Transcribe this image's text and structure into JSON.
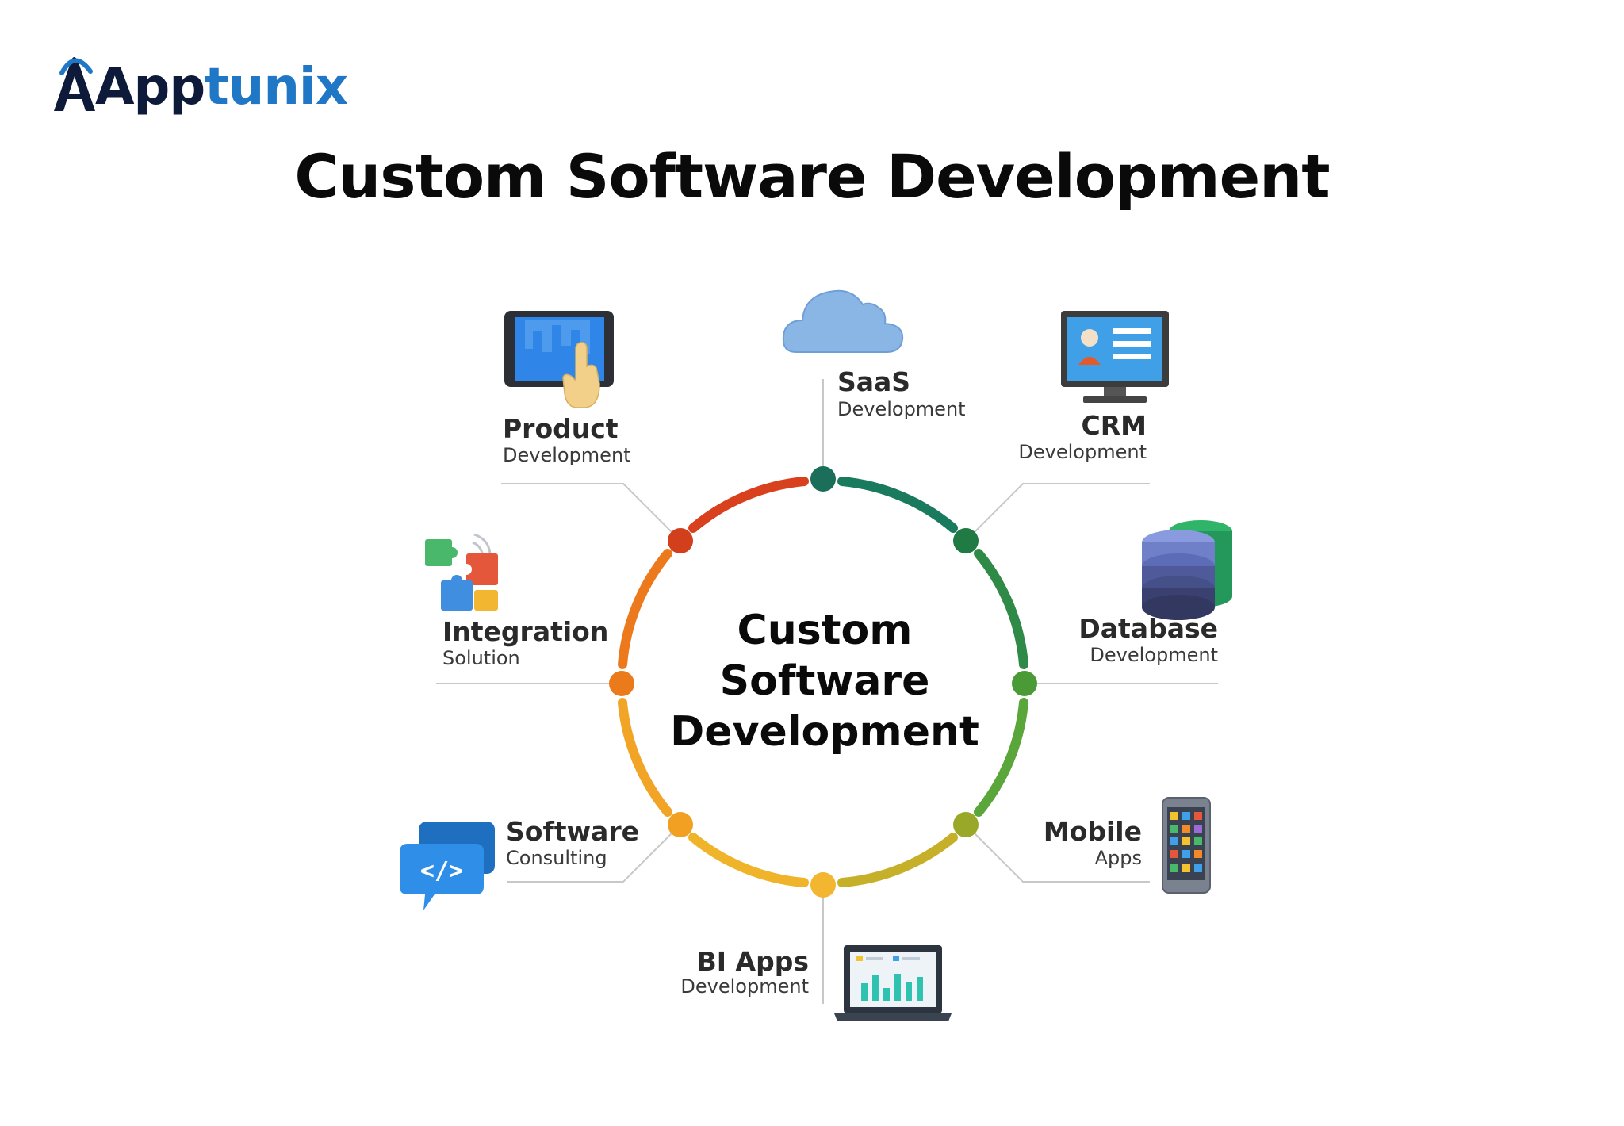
{
  "brand": {
    "name_dark": "App",
    "name_light": "tunix"
  },
  "title": "Custom Software Development",
  "center": {
    "lines": [
      "Custom",
      "Software",
      "Development"
    ]
  },
  "items": [
    {
      "title": "SaaS",
      "subtitle": "Development",
      "icon": "cloud-icon"
    },
    {
      "title": "CRM",
      "subtitle": "Development",
      "icon": "monitor-profile-icon"
    },
    {
      "title": "Database",
      "subtitle": "Development",
      "icon": "database-icon"
    },
    {
      "title": "Mobile",
      "subtitle": "Apps",
      "icon": "smartphone-icon"
    },
    {
      "title": "BI Apps",
      "subtitle": "Development",
      "icon": "laptop-chart-icon"
    },
    {
      "title": "Software",
      "subtitle": "Consulting",
      "icon": "code-chat-icon"
    },
    {
      "title": "Integration",
      "subtitle": "Solution",
      "icon": "puzzle-icon"
    },
    {
      "title": "Product",
      "subtitle": "Development",
      "icon": "tablet-touch-icon"
    }
  ],
  "colors": {
    "brand_dark": "#0e1a3a",
    "brand_light": "#1f77c6",
    "ring_top_right": "#1a7a5e",
    "ring_right": "#3f9a3a",
    "ring_bottom_right": "#9fb02a",
    "ring_bottom": "#f0b42a",
    "ring_left": "#ee8a1e",
    "ring_top_left": "#d8401e"
  }
}
